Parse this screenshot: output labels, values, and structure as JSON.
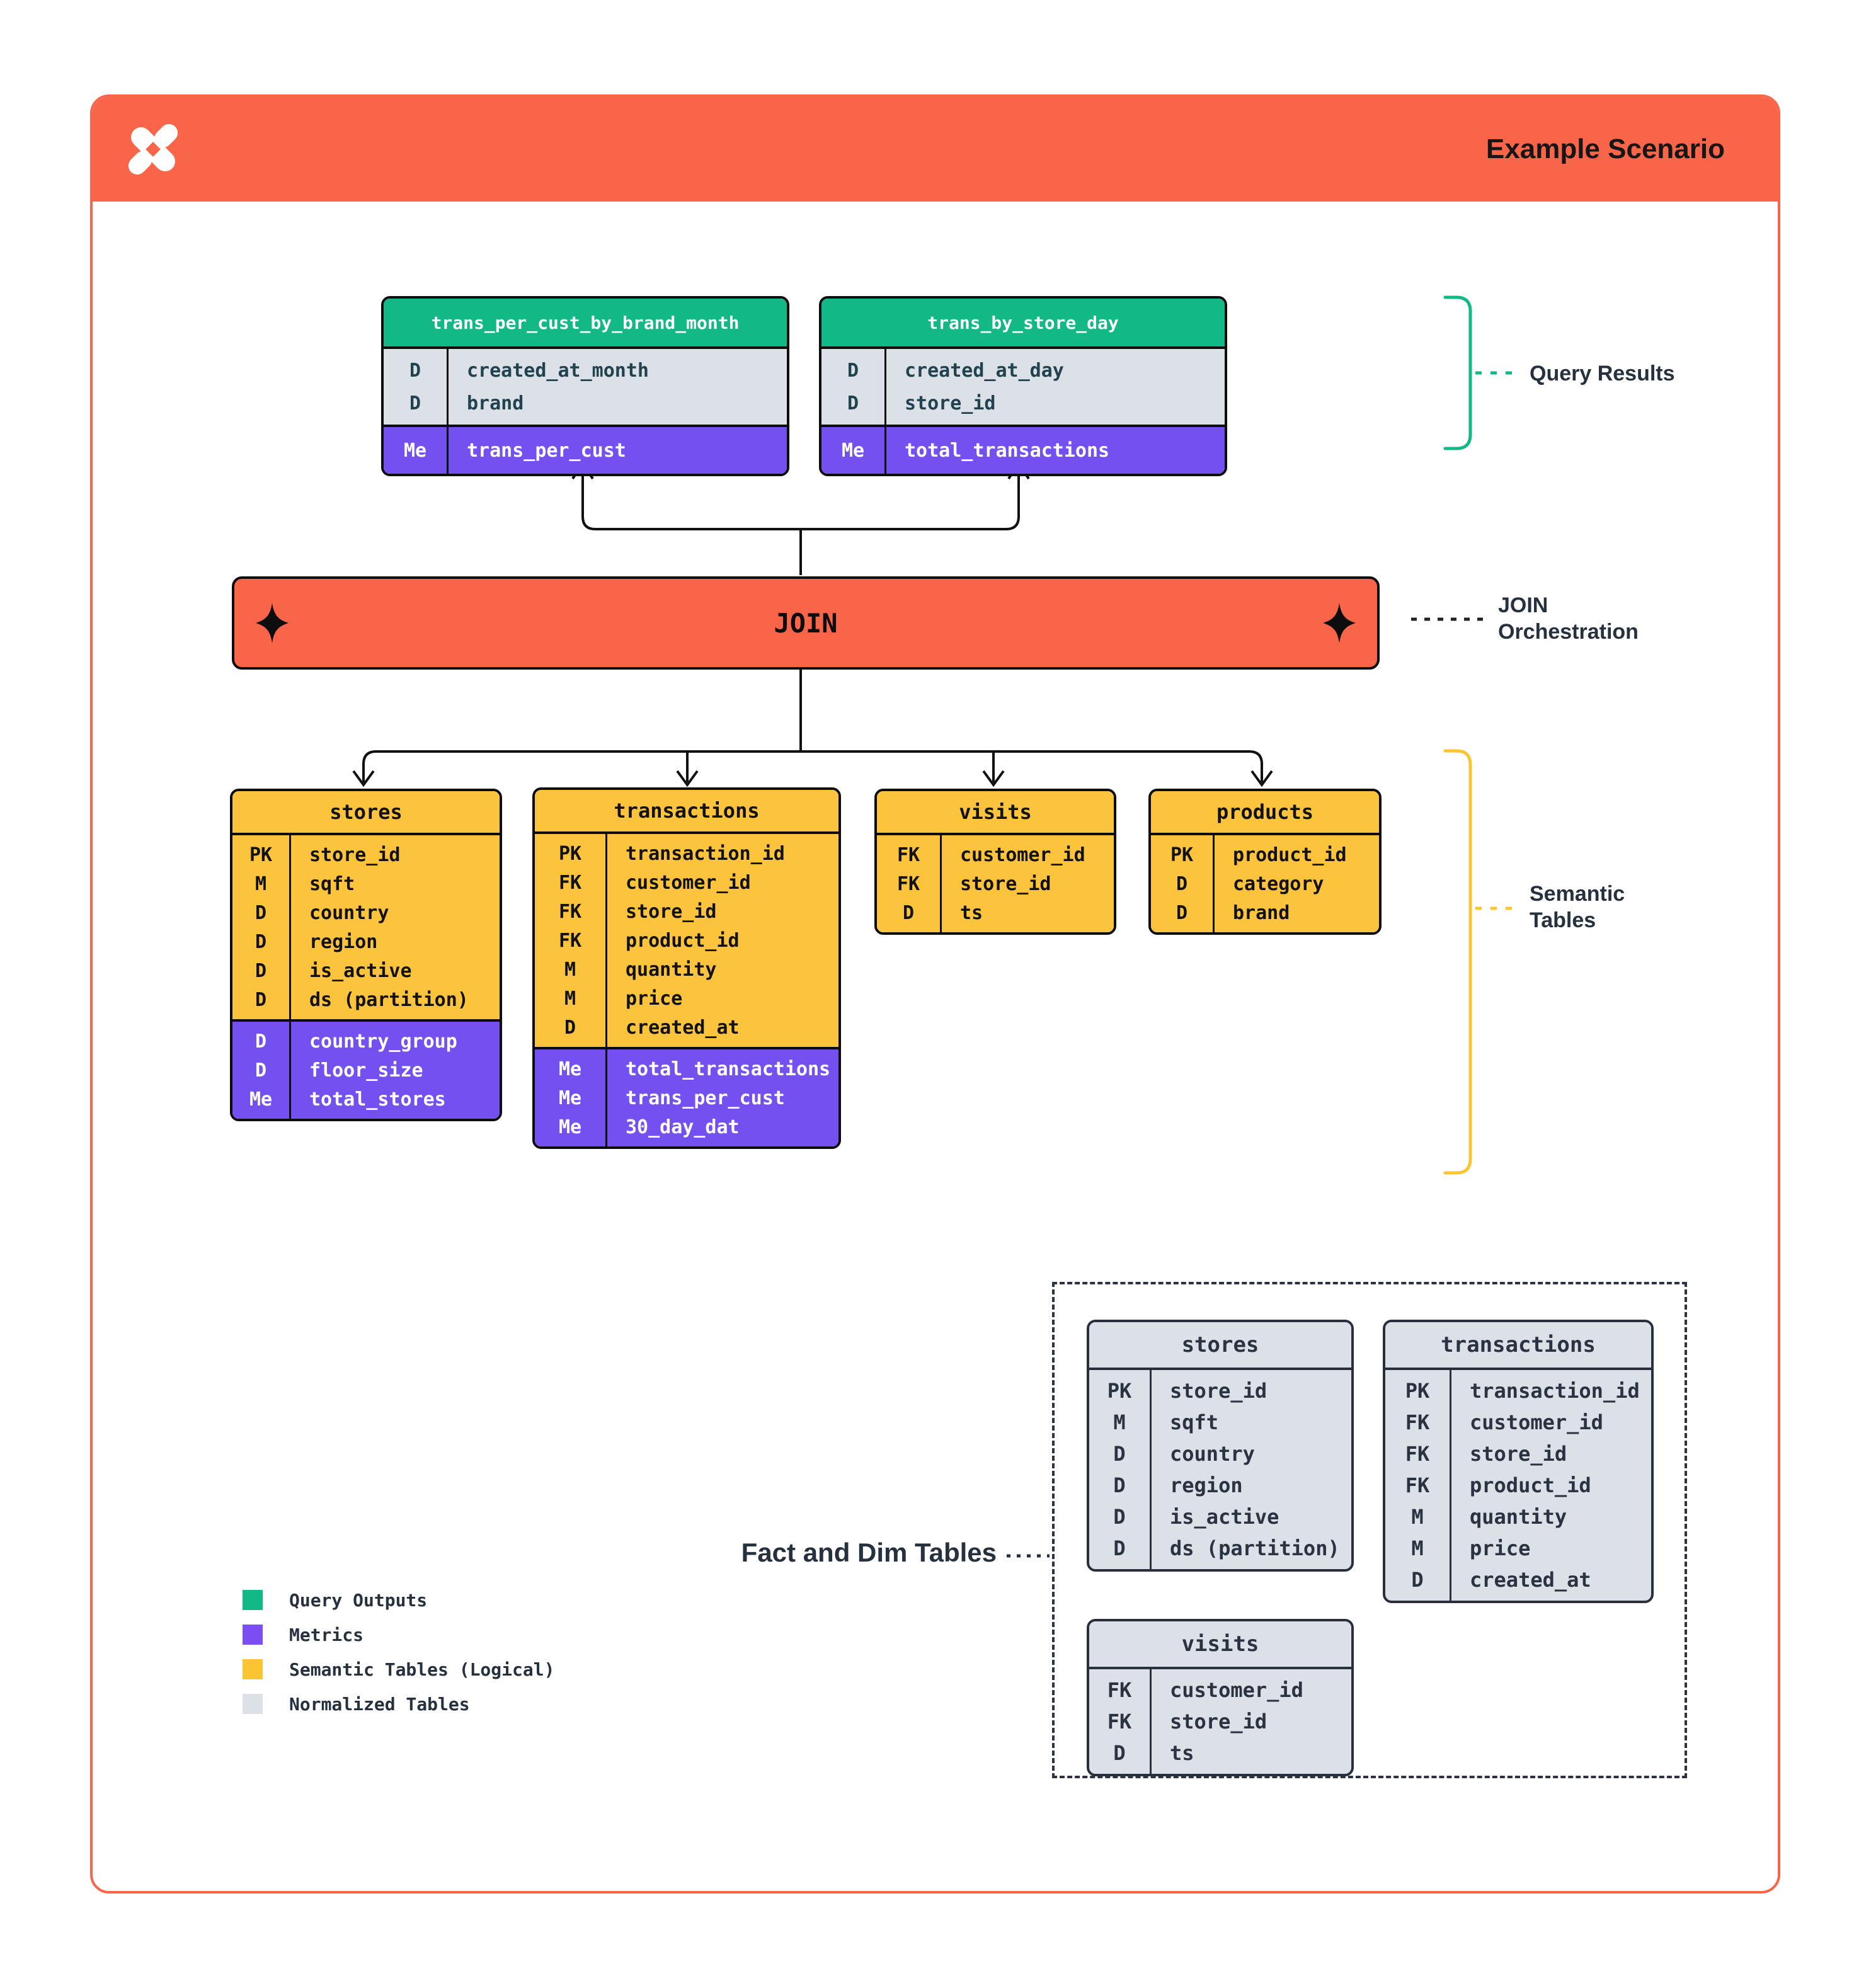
{
  "header": {
    "title": "Example Scenario",
    "logo_icon": "x-spark-logo",
    "bg_color": "#F96549"
  },
  "colors": {
    "orange": "#F96549",
    "green": "#12B886",
    "purple": "#7550F0",
    "yellow": "#FCC33D",
    "gray": "#DCE1E7",
    "navy": "#2A3342",
    "line_black": "#0D0D0D"
  },
  "join": {
    "label": "JOIN",
    "side_label_line1": "JOIN",
    "side_label_line2": "Orchestration"
  },
  "side_labels": {
    "query_results": "Query Results",
    "semantic_line1": "Semantic",
    "semantic_line2": "Tables",
    "fact_dim": "Fact and Dim Tables"
  },
  "query_result_tables": [
    {
      "title": "trans_per_cust_by_brand_month",
      "sections": [
        {
          "style": "cols",
          "rows": [
            [
              "D",
              "created_at_month"
            ],
            [
              "D",
              "brand"
            ]
          ]
        },
        {
          "style": "metrics",
          "rows": [
            [
              "Me",
              "trans_per_cust"
            ]
          ]
        }
      ]
    },
    {
      "title": "trans_by_store_day",
      "sections": [
        {
          "style": "cols",
          "rows": [
            [
              "D",
              "created_at_day"
            ],
            [
              "D",
              "store_id"
            ]
          ]
        },
        {
          "style": "metrics",
          "rows": [
            [
              "Me",
              "total_transactions"
            ]
          ]
        }
      ]
    }
  ],
  "semantic_tables": [
    {
      "title": "stores",
      "sections": [
        {
          "style": "cols",
          "rows": [
            [
              "PK",
              "store_id"
            ],
            [
              "M",
              "sqft"
            ],
            [
              "D",
              "country"
            ],
            [
              "D",
              "region"
            ],
            [
              "D",
              "is_active"
            ],
            [
              "D",
              "ds (partition)"
            ]
          ]
        },
        {
          "style": "metrics",
          "rows": [
            [
              "D",
              "country_group"
            ],
            [
              "D",
              "floor_size"
            ],
            [
              "Me",
              "total_stores"
            ]
          ]
        }
      ]
    },
    {
      "title": "transactions",
      "sections": [
        {
          "style": "cols",
          "rows": [
            [
              "PK",
              "transaction_id"
            ],
            [
              "FK",
              "customer_id"
            ],
            [
              "FK",
              "store_id"
            ],
            [
              "FK",
              "product_id"
            ],
            [
              "M",
              "quantity"
            ],
            [
              "M",
              "price"
            ],
            [
              "D",
              "created_at"
            ]
          ]
        },
        {
          "style": "metrics",
          "rows": [
            [
              "Me",
              "total_transactions"
            ],
            [
              "Me",
              "trans_per_cust"
            ],
            [
              "Me",
              "30_day_dat"
            ]
          ]
        }
      ]
    },
    {
      "title": "visits",
      "sections": [
        {
          "style": "cols",
          "rows": [
            [
              "FK",
              "customer_id"
            ],
            [
              "FK",
              "store_id"
            ],
            [
              "D",
              "ts"
            ]
          ]
        }
      ]
    },
    {
      "title": "products",
      "sections": [
        {
          "style": "cols",
          "rows": [
            [
              "PK",
              "product_id"
            ],
            [
              "D",
              "category"
            ],
            [
              "D",
              "brand"
            ]
          ]
        }
      ]
    }
  ],
  "normalized_tables": [
    {
      "title": "stores",
      "sections": [
        {
          "style": "cols",
          "rows": [
            [
              "PK",
              "store_id"
            ],
            [
              "M",
              "sqft"
            ],
            [
              "D",
              "country"
            ],
            [
              "D",
              "region"
            ],
            [
              "D",
              "is_active"
            ],
            [
              "D",
              "ds (partition)"
            ]
          ]
        }
      ]
    },
    {
      "title": "transactions",
      "sections": [
        {
          "style": "cols",
          "rows": [
            [
              "PK",
              "transaction_id"
            ],
            [
              "FK",
              "customer_id"
            ],
            [
              "FK",
              "store_id"
            ],
            [
              "FK",
              "product_id"
            ],
            [
              "M",
              "quantity"
            ],
            [
              "M",
              "price"
            ],
            [
              "D",
              "created_at"
            ]
          ]
        }
      ]
    },
    {
      "title": "visits",
      "sections": [
        {
          "style": "cols",
          "rows": [
            [
              "FK",
              "customer_id"
            ],
            [
              "FK",
              "store_id"
            ],
            [
              "D",
              "ts"
            ]
          ]
        }
      ]
    }
  ],
  "legend": {
    "items": [
      {
        "label": "Query Outputs",
        "color": "#12B886"
      },
      {
        "label": "Metrics",
        "color": "#7C4DF2"
      },
      {
        "label": "Semantic Tables (Logical)",
        "color": "#FCC333"
      },
      {
        "label": "Normalized Tables",
        "color": "#DCE1E7"
      }
    ]
  }
}
